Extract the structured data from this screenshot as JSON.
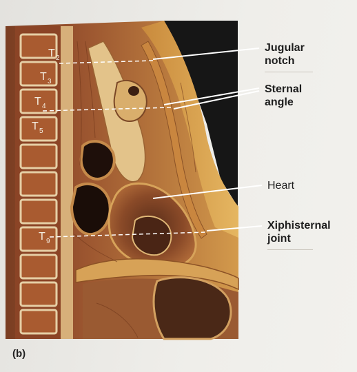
{
  "vertebrae": [
    {
      "letter": "T",
      "sub": "2"
    },
    {
      "letter": "T",
      "sub": "3"
    },
    {
      "letter": "T",
      "sub": "4"
    },
    {
      "letter": "T",
      "sub": "5"
    },
    {
      "letter": "T",
      "sub": "9"
    }
  ],
  "labels": {
    "jugular_line1": "Jugular",
    "jugular_line2": "notch",
    "sternal_line1": "Sternal",
    "sternal_line2": "angle",
    "heart": "Heart",
    "xiphi_line1": "Xiphisternal",
    "xiphi_line2": "joint"
  },
  "panel_label": "(b)",
  "colors": {
    "tissue_dark": "#8a4a2a",
    "tissue_mid": "#b0682f",
    "fat": "#d9a24e",
    "bone_pale": "#e8d2a8",
    "background_dark": "#171717",
    "leader": "#ffffff"
  }
}
